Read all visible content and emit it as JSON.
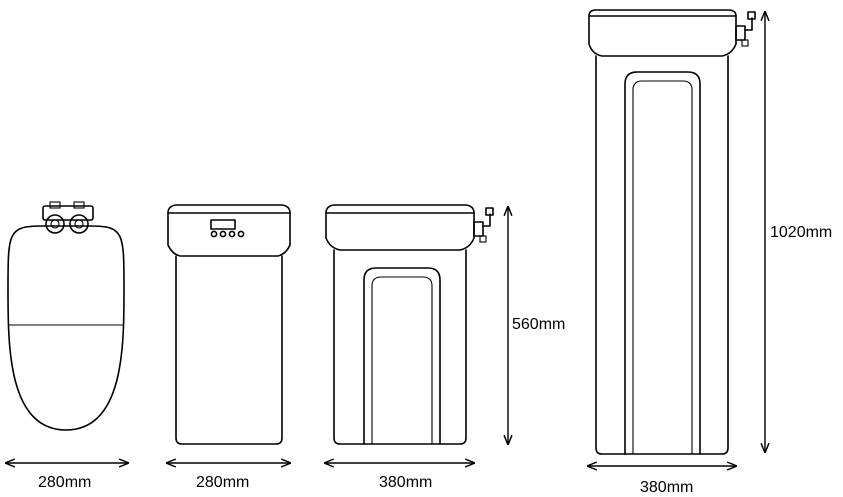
{
  "dimensions": {
    "view1_width": "280mm",
    "view2_width": "280mm",
    "view3_width": "380mm",
    "view3_height": "560mm",
    "view4_width": "380mm",
    "view4_height": "1020mm"
  }
}
